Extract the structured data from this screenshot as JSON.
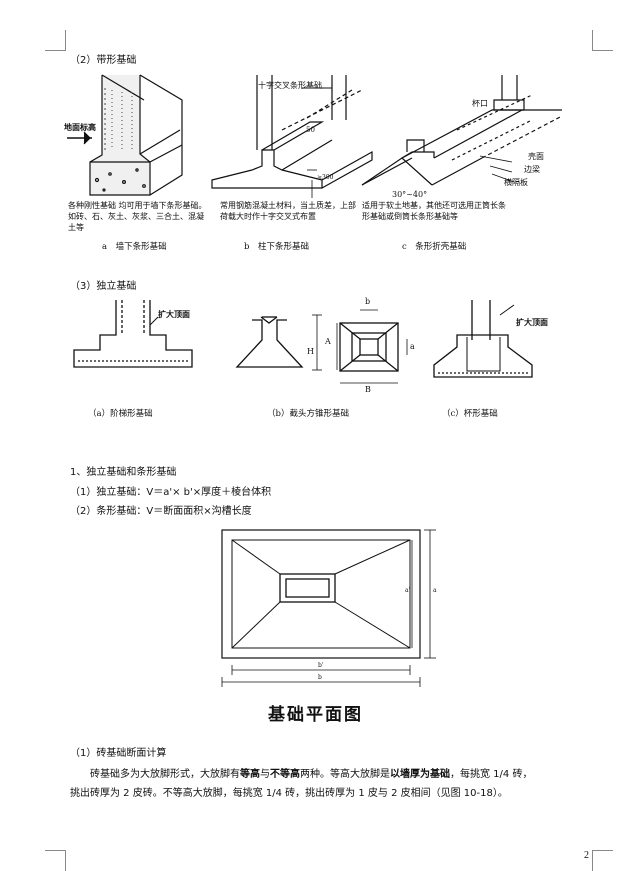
{
  "sections": {
    "strip_heading": "（2）带形基础",
    "isolated_heading": "（3）独立基础",
    "calc_heading": "1、独立基础和条形基础",
    "calc_line1": "（1）独立基础：V＝a'× b'×厚度＋棱台体积",
    "calc_line2": "（2）条形基础：V＝断面面积×沟槽长度",
    "brick_heading": "（1）砖基础断面计算"
  },
  "strip_figure": {
    "label_ground": "地面标高",
    "label_cross": "十字交叉条形基础",
    "label_cup": "杯口",
    "label_shell": "壳面",
    "label_edge_beam": "边梁",
    "label_cross_plate": "横隔板",
    "label_angle": "30°~40°",
    "label_h300": "≥300",
    "label_50": "50",
    "desc_a": "各种刚性基础 均可用于墙下条形基础。如砖、石、灰土、灰浆、三合土、混凝土等",
    "desc_b": "常用钢筋混凝土材料，当土质差，上部荷载大时作十字交叉式布置",
    "desc_c": "适用于软土地基，其他还可选用正筒长条形基础或倒筒长条形基础等",
    "cap_a": "a　墙下条形基础",
    "cap_b": "b　柱下条形基础",
    "cap_c": "c　条形折壳基础"
  },
  "isolated_figure": {
    "label_enlarge1": "扩大顶面",
    "label_enlarge2": "扩大顶面",
    "dim_b": "b",
    "dim_a": "a",
    "dim_A": "A",
    "dim_B": "B",
    "dim_H": "H",
    "cap_a": "（a）阶梯形基础",
    "cap_b": "（b）截头方锥形基础",
    "cap_c": "（c）杯形基础"
  },
  "plan_figure": {
    "dim_b_prime": "b'",
    "dim_b": "b",
    "dim_a_prime": "a'",
    "dim_a": "a",
    "title": "基础平面图"
  },
  "brick_paragraph": {
    "p1": "砖基础多为大放脚形式，大放脚有",
    "b1": "等高",
    "p2": "与",
    "b2": "不等高",
    "p3": "两种。等高大放脚是",
    "b3": "以墙厚为基础",
    "p4": "，每挑宽 1/4 砖，挑出砖厚为 2 皮砖。不等高大放脚，每挑宽 1/4 砖，挑出砖厚为 1 皮与 2 皮相间（见图 10-18）。"
  },
  "page_number": "2"
}
